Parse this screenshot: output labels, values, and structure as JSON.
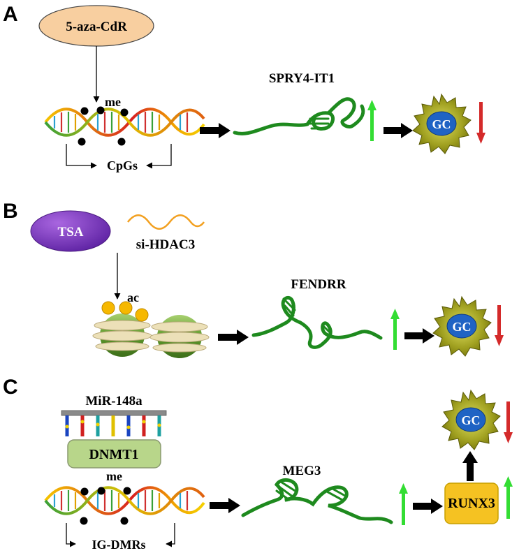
{
  "panels": {
    "a": {
      "letter": "A",
      "drug": "5-aza-CdR",
      "mark": "me",
      "region": "CpGs",
      "lncrna": "SPRY4-IT1",
      "outcome": "GC"
    },
    "b": {
      "letter": "B",
      "drug": "TSA",
      "sirna": "si-HDAC3",
      "mark": "ac",
      "lncrna": "FENDRR",
      "outcome": "GC"
    },
    "c": {
      "letter": "C",
      "mirna": "MiR-148a",
      "enzyme": "DNMT1",
      "mark": "me",
      "region": "IG-DMRs",
      "lncrna": "MEG3",
      "target": "RUNX3",
      "outcome": "GC"
    }
  },
  "colors": {
    "up_arrow": "#33dd33",
    "down_arrow": "#d42a2a",
    "lncrna_strand": "#1e8a1e",
    "gc_badge": "#8b8b12",
    "gc_core": "#1f63c4",
    "drug_a": "#f8cfa0",
    "drug_b": "#7b35c2",
    "enzyme": "#b8d68a",
    "target_box": "#f5c222"
  }
}
